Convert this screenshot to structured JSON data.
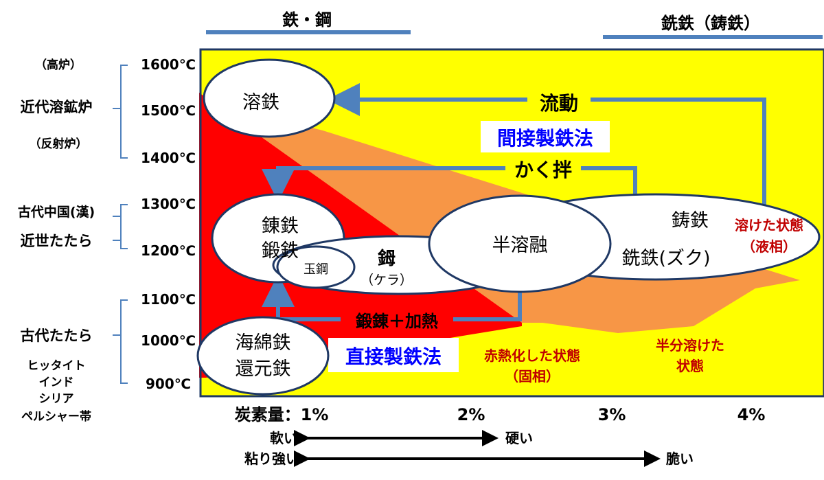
{
  "header": {
    "steel": "鉄・鋼",
    "cast_iron": "銑鉄（鋳鉄）"
  },
  "furnaces": {
    "blast": "（高炉）",
    "modern": "近代溶鉱炉",
    "reverberatory": "（反射炉）",
    "ancient_china": "古代中国(漢)",
    "early_modern_tatara": "近世たたら",
    "ancient_tatara": "古代たたら",
    "hittite": "ヒッタイト",
    "india": "インド",
    "syria": "シリア",
    "persia": "ペルシャー帯"
  },
  "temperatures": [
    "1600℃",
    "1500℃",
    "1400℃",
    "1300℃",
    "1200℃",
    "1100℃",
    "1000℃",
    "900℃"
  ],
  "nodes": {
    "molten_iron": "溶鉄",
    "wrought_iron_1": "錬鉄",
    "wrought_iron_2": "鍛鉄",
    "tamahagane": "玉鋼",
    "kera": "鉧",
    "kera_reading": "（ケラ）",
    "semi_molten": "半溶融",
    "cast_iron": "鋳鉄",
    "pig_iron": "銑鉄(ズク)",
    "sponge_iron": "海綿鉄",
    "reduced_iron": "還元鉄"
  },
  "process_labels": {
    "flow": "流動",
    "indirect": "間接製鉄法",
    "stirring": "かく拌",
    "forging_heating": "鍛錬＋加熱",
    "direct": "直接製鉄法"
  },
  "state_labels": {
    "melted": "溶けた状態",
    "liquid_phase": "（液相）",
    "red_hot": "赤熱化した状態",
    "solid_phase": "（固相）",
    "half_melted_1": "半分溶けた",
    "half_melted_2": "状態"
  },
  "carbon_axis": {
    "label": "炭素量：1%",
    "ticks": [
      "2%",
      "3%",
      "4%"
    ]
  },
  "properties": {
    "soft": "軟い",
    "hard": "硬い",
    "tough": "粘り強い",
    "brittle": "脆い"
  },
  "colors": {
    "yellow": "#ffff00",
    "orange": "#f79646",
    "red": "#ff0000",
    "blue": "#4f81bd",
    "navy": "#1f3864",
    "dark_red": "#c00000",
    "text_blue": "#0000ff"
  }
}
